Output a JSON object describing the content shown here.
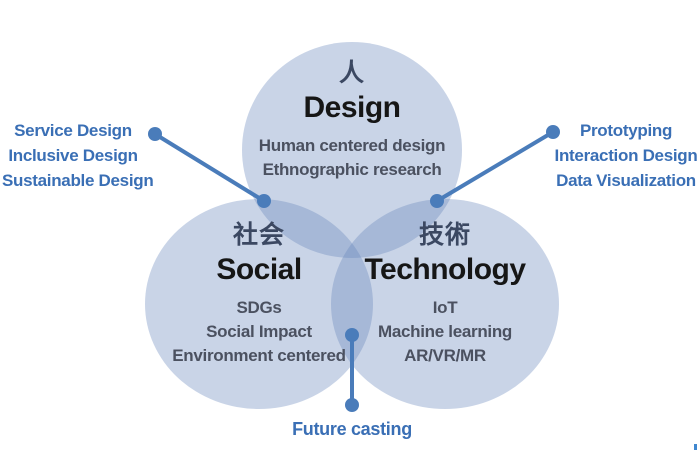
{
  "venn": {
    "circles": [
      {
        "kanji": "人",
        "label": "Design",
        "items": [
          "Human centered design",
          "Ethnographic research"
        ]
      },
      {
        "kanji": "社会",
        "label": "Social",
        "items": [
          "SDGs",
          "Social Impact",
          "Environment centered"
        ]
      },
      {
        "kanji": "技術",
        "label": "Technology",
        "items": [
          "IoT",
          "Machine learning",
          "AR/VR/MR"
        ]
      }
    ],
    "callouts": {
      "left": {
        "items": [
          "Service Design",
          "Inclusive Design",
          "Sustainable Design"
        ]
      },
      "right": {
        "items": [
          "Prototyping",
          "Interaction Design",
          "Data Visualization"
        ]
      },
      "bottom": {
        "items": [
          "Future casting"
        ]
      }
    },
    "colors": {
      "circle_fill": "rgba(101,132,187,0.35)",
      "connector": "#4a7cba",
      "callout_text": "#3a6fb5",
      "kanji_text": "#3b4862",
      "heading_text": "#161616",
      "item_text": "#4b5160",
      "bg": "#ffffff"
    }
  }
}
